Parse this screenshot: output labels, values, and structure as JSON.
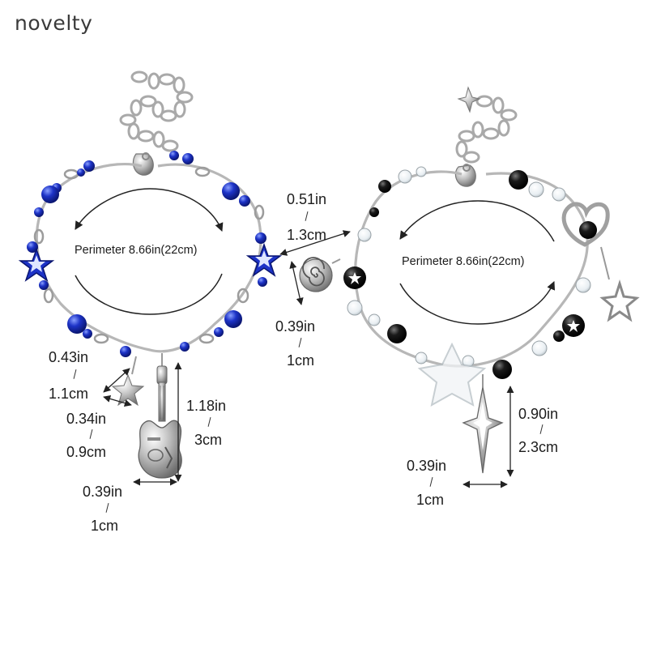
{
  "brand": "novelty",
  "left_bracelet": {
    "perimeter": "Perimeter 8.66in(22cm)",
    "star_charm": {
      "in": "0.43in",
      "cm": "1.1cm"
    },
    "star_small": {
      "in": "0.34in",
      "cm": "0.9cm"
    },
    "guitar_height": {
      "in": "1.18in",
      "cm": "3cm"
    },
    "guitar_width": {
      "in": "0.39in",
      "cm": "1cm"
    },
    "bead_color": "#1d33c7"
  },
  "right_bracelet": {
    "perimeter": "Perimeter 8.66in(22cm)",
    "spiral_width": {
      "in": "0.51in",
      "cm": "1.3cm"
    },
    "spiral_height": {
      "in": "0.39in",
      "cm": "1cm"
    },
    "sparkle_height": {
      "in": "0.90in",
      "cm": "2.3cm"
    },
    "sparkle_width": {
      "in": "0.39in",
      "cm": "1cm"
    },
    "bead_color": "#141414"
  }
}
